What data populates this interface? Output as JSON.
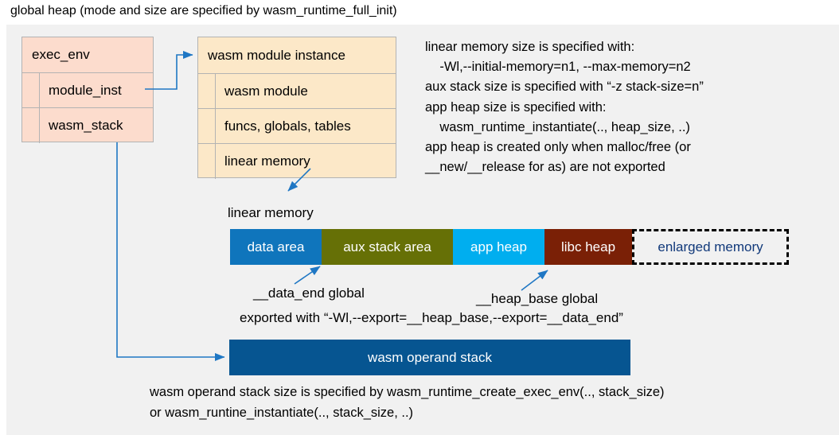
{
  "title": "global heap (mode and size are specified by wasm_runtime_full_init)",
  "colors": {
    "panel_background": "#f1f1f1",
    "exec_env_fill": "#fcdccd",
    "module_instance_fill": "#fce8c8",
    "box_border": "#b3b3b3",
    "connector_blue": "#1f77c4",
    "data_area": "#0f75bc",
    "aux_stack_area": "#667006",
    "app_heap": "#00aeef",
    "libc_heap": "#7a2006",
    "enlarged_memory_text": "#11397a",
    "operand_stack": "#065591"
  },
  "exec_env": {
    "header": "exec_env",
    "fields": [
      {
        "label": "module_inst"
      },
      {
        "label": "wasm_stack"
      }
    ]
  },
  "module_instance": {
    "header": "wasm module instance",
    "fields": [
      {
        "label": "wasm module"
      },
      {
        "label": "funcs, globals, tables"
      },
      {
        "label": "linear memory"
      }
    ]
  },
  "notes": "linear memory size is specified with:\n    -Wl,--initial-memory=n1, --max-memory=n2\naux stack size is specified with “-z stack-size=n”\napp heap size is specified with:\n    wasm_runtime_instantiate(.., heap_size, ..)\napp heap is created only when malloc/free (or\n__new/__release for as) are not exported",
  "linear_memory": {
    "caption": "linear memory",
    "segments": [
      {
        "label": "data area",
        "color": "#0f75bc",
        "width": 115
      },
      {
        "label": "aux stack area",
        "color": "#667006",
        "width": 165
      },
      {
        "label": "app heap",
        "color": "#00aeef",
        "width": 115
      },
      {
        "label": "libc heap",
        "color": "#7a2006",
        "width": 110
      },
      {
        "label": "enlarged memory",
        "color": "#f1f1f1",
        "width": 197
      }
    ]
  },
  "annotations": {
    "data_end": "__data_end global",
    "heap_base": "__heap_base global",
    "export_line": "exported with “-Wl,--export=__heap_base,--export=__data_end”"
  },
  "operand_stack": {
    "label": "wasm operand stack",
    "note": "wasm operand stack size is specified by wasm_runtime_create_exec_env(.., stack_size)\nor wasm_runtine_instantiate(.., stack_size, ..)"
  }
}
